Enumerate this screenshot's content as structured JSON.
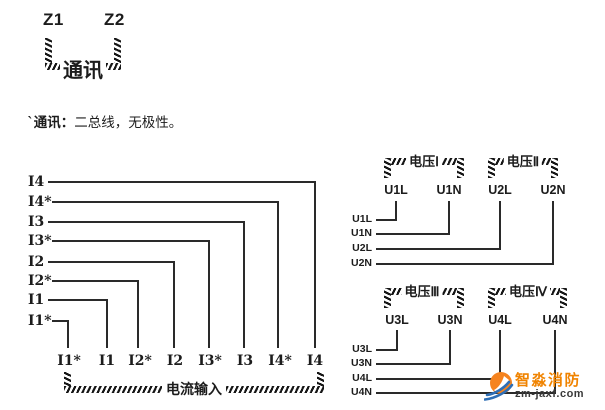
{
  "comm": {
    "z1": "Z1",
    "z2": "Z2",
    "bracket_label": "通讯"
  },
  "note": {
    "prefix": "`",
    "term": "通讯：",
    "text": "二总线，无极性。"
  },
  "current": {
    "bracket_label": "电流输入",
    "left_labels": [
      "I4",
      "I4*",
      "I3",
      "I3*",
      "I2",
      "I2*",
      "I1",
      "I1*"
    ],
    "terminals": [
      "I1*",
      "I1",
      "I2*",
      "I2",
      "I3*",
      "I3",
      "I4*",
      "I4"
    ]
  },
  "voltage": {
    "groups": [
      {
        "name": "电压Ⅰ",
        "left": "U1L",
        "right": "U1N"
      },
      {
        "name": "电压Ⅱ",
        "left": "U2L",
        "right": "U2N"
      },
      {
        "name": "电压Ⅲ",
        "left": "U3L",
        "right": "U3N"
      },
      {
        "name": "电压Ⅳ",
        "left": "U4L",
        "right": "U4N"
      }
    ],
    "pin_labels": [
      "U1L",
      "U1N",
      "U2L",
      "U2N",
      "U3L",
      "U3N",
      "U4L",
      "U4N"
    ]
  },
  "watermark": {
    "brand": "智淼消防",
    "domain": "zm-jaxf.com",
    "orange": "#f08300",
    "blue": "#2e6eb5"
  },
  "colors": {
    "background": "#ffffff",
    "line": "#2a2a2a",
    "hatch": "#161616"
  }
}
